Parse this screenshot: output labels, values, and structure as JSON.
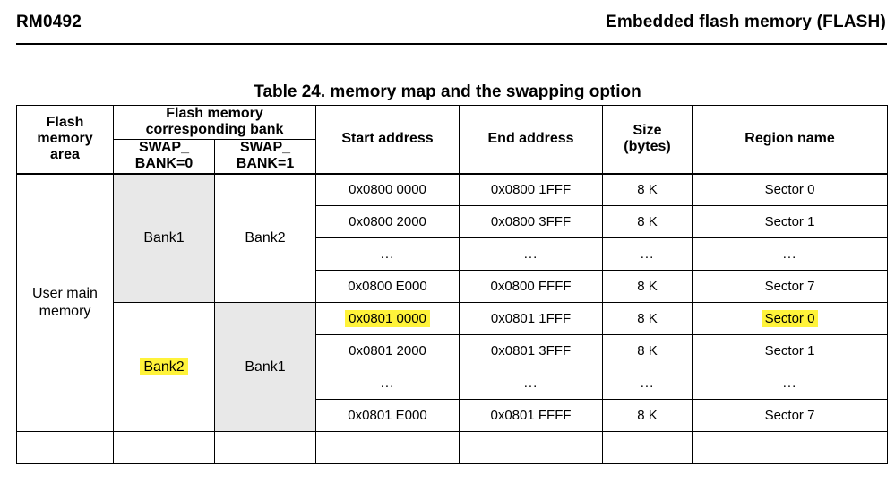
{
  "header": {
    "doc_id": "RM0492",
    "chapter_title": "Embedded flash memory (FLASH)"
  },
  "table": {
    "caption": "Table 24. memory map and the swapping option",
    "headers": {
      "area": "Flash\nmemory\narea",
      "area_line1": "Flash",
      "area_line2": "memory",
      "area_line3": "area",
      "bank_group": "Flash memory\ncorresponding bank",
      "bank_group_line1": "Flash memory",
      "bank_group_line2": "corresponding bank",
      "swap0_line1": "SWAP_",
      "swap0_line2": "BANK=0",
      "swap1_line1": "SWAP_",
      "swap1_line2": "BANK=1",
      "start_address": "Start address",
      "end_address": "End address",
      "size_line1": "Size",
      "size_line2": "(bytes)",
      "region_name": "Region name"
    },
    "area_label_line1": "User main",
    "area_label_line2": "memory",
    "groups": [
      {
        "swap0_bank": "Bank1",
        "swap1_bank": "Bank2",
        "swap0_shaded": true,
        "swap1_shaded": false,
        "swap0_highlight": false,
        "rows": [
          {
            "start": "0x0800 0000",
            "end": "0x0800 1FFF",
            "size": "8 K",
            "region": "Sector 0",
            "highlight": false
          },
          {
            "start": "0x0800 2000",
            "end": "0x0800 3FFF",
            "size": "8 K",
            "region": "Sector 1",
            "highlight": false
          },
          {
            "start": "...",
            "end": "...",
            "size": "...",
            "region": "...",
            "highlight": false
          },
          {
            "start": "0x0800 E000",
            "end": "0x0800 FFFF",
            "size": "8 K",
            "region": "Sector 7",
            "highlight": false
          }
        ]
      },
      {
        "swap0_bank": "Bank2",
        "swap1_bank": "Bank1",
        "swap0_shaded": false,
        "swap1_shaded": true,
        "swap0_highlight": true,
        "rows": [
          {
            "start": "0x0801 0000",
            "end": "0x0801 1FFF",
            "size": "8 K",
            "region": "Sector 0",
            "highlight": true
          },
          {
            "start": "0x0801 2000",
            "end": "0x0801 3FFF",
            "size": "8 K",
            "region": "Sector 1",
            "highlight": false
          },
          {
            "start": "...",
            "end": "...",
            "size": "...",
            "region": "...",
            "highlight": false
          },
          {
            "start": "0x0801 E000",
            "end": "0x0801 FFFF",
            "size": "8 K",
            "region": "Sector 7",
            "highlight": false
          }
        ]
      }
    ]
  },
  "colors": {
    "highlight": "#fff33a",
    "shade": "#e8e8e8",
    "border": "#000000"
  }
}
